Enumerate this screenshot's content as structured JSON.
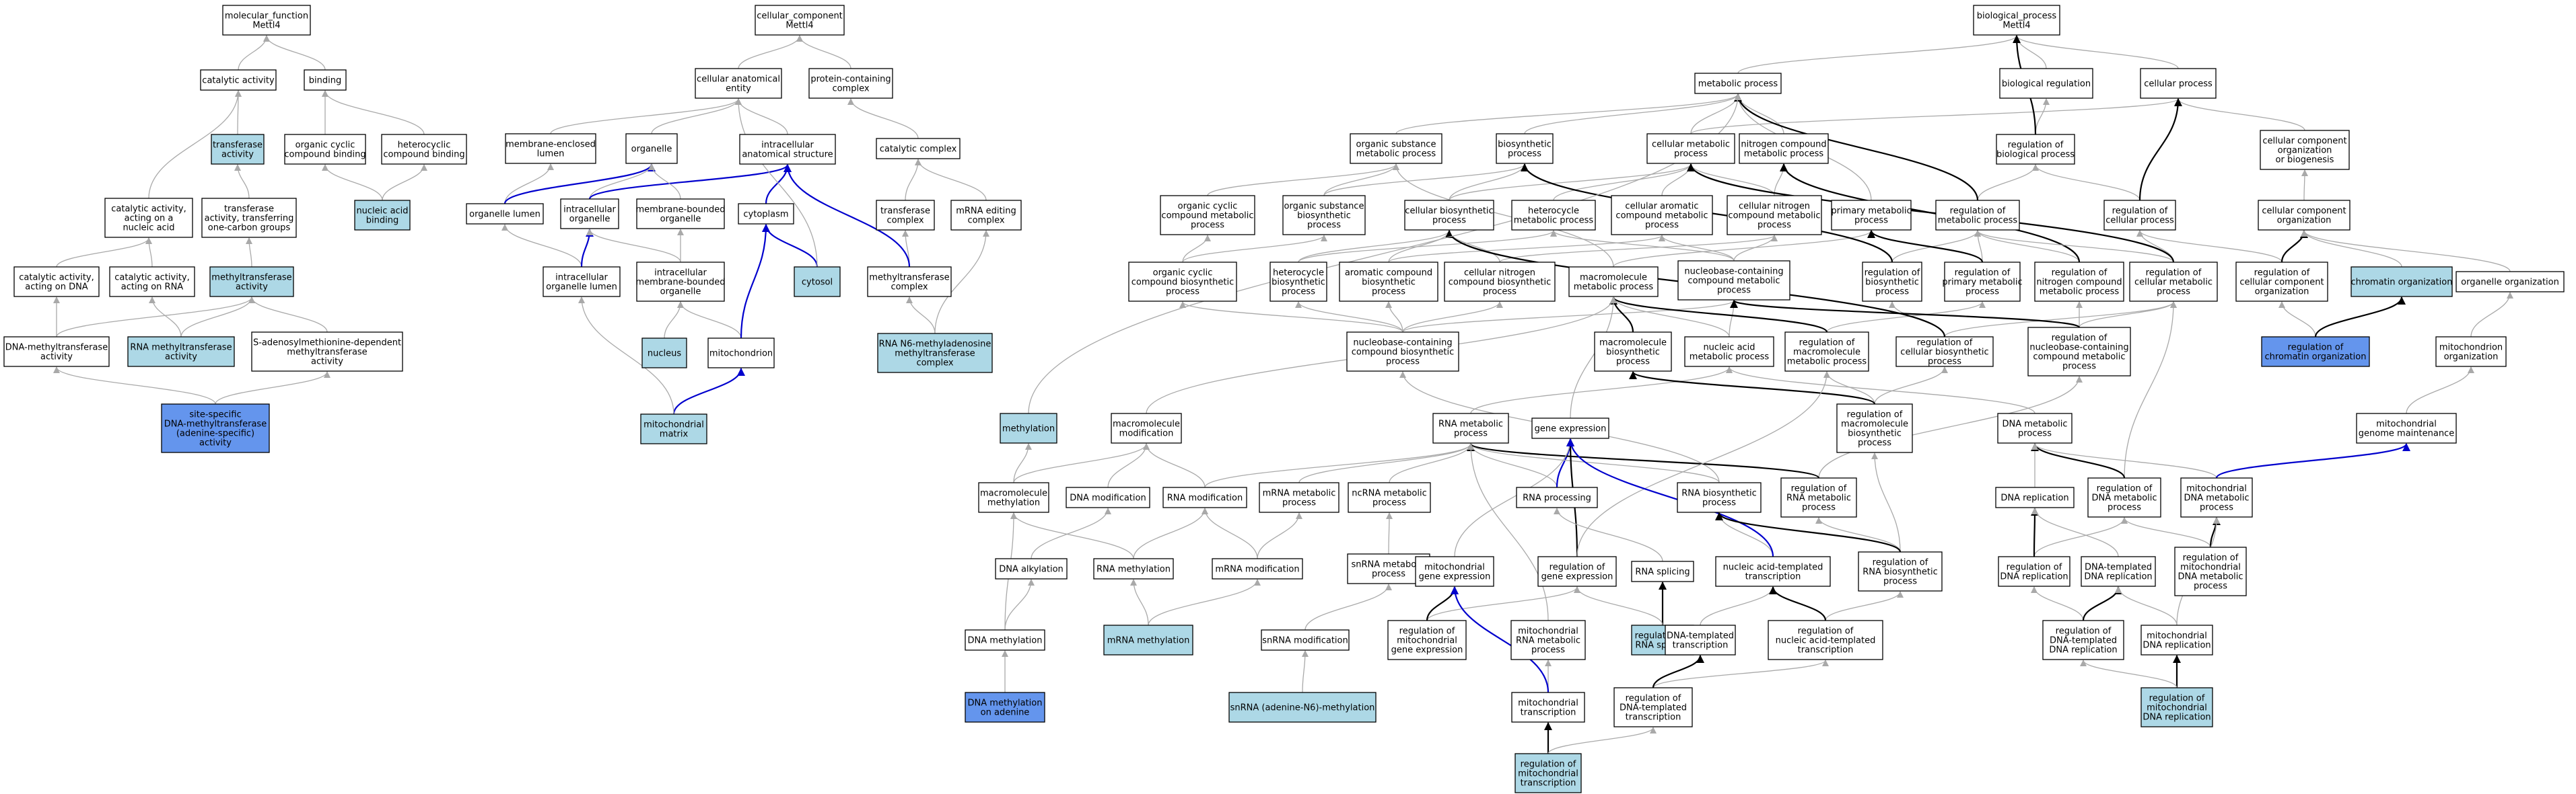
{
  "colors": {
    "default_fill": "#ffffff",
    "light_fill": "#add8e6",
    "dark_fill": "#6495ed",
    "edge_gray": "#a9a9a9",
    "edge_black": "#000000",
    "edge_blue": "#0000cd"
  },
  "nodes": {
    "mf_root": {
      "lines": [
        "molecular_function",
        "Mettl4"
      ],
      "fill": "default"
    },
    "catalytic_activity": {
      "lines": [
        "catalytic activity"
      ],
      "fill": "default"
    },
    "binding": {
      "lines": [
        "binding"
      ],
      "fill": "default"
    },
    "transferase_activity": {
      "lines": [
        "transferase",
        "activity"
      ],
      "fill": "light"
    },
    "organic_cyclic_binding": {
      "lines": [
        "organic cyclic",
        "compound binding"
      ],
      "fill": "default"
    },
    "heterocyclic_binding": {
      "lines": [
        "heterocyclic",
        "compound binding"
      ],
      "fill": "default"
    },
    "nucleic_acid_binding": {
      "lines": [
        "nucleic acid",
        "binding"
      ],
      "fill": "light"
    },
    "cat_nucleic_acid": {
      "lines": [
        "catalytic activity,",
        "acting on a",
        "nucleic acid"
      ],
      "fill": "default"
    },
    "transferase_one_carbon": {
      "lines": [
        "transferase",
        "activity, transferring",
        "one-carbon groups"
      ],
      "fill": "default"
    },
    "cat_dna": {
      "lines": [
        "catalytic activity,",
        "acting on DNA"
      ],
      "fill": "default"
    },
    "cat_rna": {
      "lines": [
        "catalytic activity,",
        "acting on RNA"
      ],
      "fill": "default"
    },
    "methyltransferase_activity": {
      "lines": [
        "methyltransferase",
        "activity"
      ],
      "fill": "light"
    },
    "dna_methyltransferase": {
      "lines": [
        "DNA-methyltransferase",
        "activity"
      ],
      "fill": "default"
    },
    "rna_methyltransferase": {
      "lines": [
        "RNA methyltransferase",
        "activity"
      ],
      "fill": "light"
    },
    "sam_dependent": {
      "lines": [
        "S-adenosylmethionine-dependent",
        "methyltransferase",
        "activity"
      ],
      "fill": "default"
    },
    "site_specific_dna_mtase": {
      "lines": [
        "site-specific",
        "DNA-methyltransferase",
        "(adenine-specific)",
        "activity"
      ],
      "fill": "dark"
    },
    "cc_root": {
      "lines": [
        "cellular_component",
        "Mettl4"
      ],
      "fill": "default"
    },
    "cellular_anatomical_entity": {
      "lines": [
        "cellular anatomical",
        "entity"
      ],
      "fill": "default"
    },
    "protein_containing_complex": {
      "lines": [
        "protein-containing",
        "complex"
      ],
      "fill": "default"
    },
    "membrane_enclosed_lumen": {
      "lines": [
        "membrane-enclosed",
        "lumen"
      ],
      "fill": "default"
    },
    "organelle": {
      "lines": [
        "organelle"
      ],
      "fill": "default"
    },
    "intracellular_anatomical_structure": {
      "lines": [
        "intracellular",
        "anatomical structure"
      ],
      "fill": "default"
    },
    "catalytic_complex": {
      "lines": [
        "catalytic complex"
      ],
      "fill": "default"
    },
    "organelle_lumen": {
      "lines": [
        "organelle lumen"
      ],
      "fill": "default"
    },
    "intracellular_organelle": {
      "lines": [
        "intracellular",
        "organelle"
      ],
      "fill": "default"
    },
    "membrane_bounded_organelle": {
      "lines": [
        "membrane-bounded",
        "organelle"
      ],
      "fill": "default"
    },
    "cytoplasm": {
      "lines": [
        "cytoplasm"
      ],
      "fill": "default"
    },
    "transferase_complex": {
      "lines": [
        "transferase",
        "complex"
      ],
      "fill": "default"
    },
    "mrna_editing_complex": {
      "lines": [
        "mRNA editing",
        "complex"
      ],
      "fill": "default"
    },
    "intracellular_organelle_lumen": {
      "lines": [
        "intracellular",
        "organelle lumen"
      ],
      "fill": "default"
    },
    "intracellular_membrane_bounded": {
      "lines": [
        "intracellular",
        "membrane-bounded",
        "organelle"
      ],
      "fill": "default"
    },
    "cytosol": {
      "lines": [
        "cytosol"
      ],
      "fill": "light"
    },
    "methyltransferase_complex": {
      "lines": [
        "methyltransferase",
        "complex"
      ],
      "fill": "default"
    },
    "nucleus": {
      "lines": [
        "nucleus"
      ],
      "fill": "light"
    },
    "mitochondrion": {
      "lines": [
        "mitochondrion"
      ],
      "fill": "default"
    },
    "rna_n6_complex": {
      "lines": [
        "RNA N6-methyladenosine",
        "methyltransferase",
        "complex"
      ],
      "fill": "light"
    },
    "mitochondrial_matrix": {
      "lines": [
        "mitochondrial",
        "matrix"
      ],
      "fill": "light"
    },
    "bp_root": {
      "lines": [
        "biological_process",
        "Mettl4"
      ],
      "fill": "default"
    },
    "metabolic_process": {
      "lines": [
        "metabolic process"
      ],
      "fill": "default"
    },
    "biological_regulation": {
      "lines": [
        "biological regulation"
      ],
      "fill": "default"
    },
    "cellular_process": {
      "lines": [
        "cellular process"
      ],
      "fill": "default"
    },
    "organic_substance_metabolic": {
      "lines": [
        "organic substance",
        "metabolic process"
      ],
      "fill": "default"
    },
    "biosynthetic_process": {
      "lines": [
        "biosynthetic",
        "process"
      ],
      "fill": "default"
    },
    "cellular_metabolic_process": {
      "lines": [
        "cellular metabolic",
        "process"
      ],
      "fill": "default"
    },
    "nitrogen_compound_metabolic": {
      "lines": [
        "nitrogen compound",
        "metabolic process"
      ],
      "fill": "default"
    },
    "regulation_biological_process": {
      "lines": [
        "regulation of",
        "biological process"
      ],
      "fill": "default"
    },
    "cellular_component_org_biogenesis": {
      "lines": [
        "cellular component",
        "organization",
        "or biogenesis"
      ],
      "fill": "default"
    },
    "organic_cyclic_metabolic": {
      "lines": [
        "organic cyclic",
        "compound metabolic",
        "process"
      ],
      "fill": "default"
    },
    "organic_substance_biosynthetic": {
      "lines": [
        "organic substance",
        "biosynthetic",
        "process"
      ],
      "fill": "default"
    },
    "cellular_biosynthetic": {
      "lines": [
        "cellular biosynthetic",
        "process"
      ],
      "fill": "default"
    },
    "heterocycle_metabolic": {
      "lines": [
        "heterocycle",
        "metabolic process"
      ],
      "fill": "default"
    },
    "cellular_aromatic_metabolic": {
      "lines": [
        "cellular aromatic",
        "compound metabolic",
        "process"
      ],
      "fill": "default"
    },
    "cellular_nitrogen_metabolic": {
      "lines": [
        "cellular nitrogen",
        "compound metabolic",
        "process"
      ],
      "fill": "default"
    },
    "primary_metabolic": {
      "lines": [
        "primary metabolic",
        "process"
      ],
      "fill": "default"
    },
    "regulation_metabolic": {
      "lines": [
        "regulation of",
        "metabolic process"
      ],
      "fill": "default"
    },
    "regulation_cellular_process": {
      "lines": [
        "regulation of",
        "cellular process"
      ],
      "fill": "default"
    },
    "cellular_component_organization": {
      "lines": [
        "cellular component",
        "organization"
      ],
      "fill": "default"
    },
    "organic_cyclic_biosynthetic": {
      "lines": [
        "organic cyclic",
        "compound biosynthetic",
        "process"
      ],
      "fill": "default"
    },
    "heterocycle_biosynthetic": {
      "lines": [
        "heterocycle",
        "biosynthetic",
        "process"
      ],
      "fill": "default"
    },
    "aromatic_biosynthetic": {
      "lines": [
        "aromatic compound",
        "biosynthetic",
        "process"
      ],
      "fill": "default"
    },
    "cellular_nitrogen_biosynthetic": {
      "lines": [
        "cellular nitrogen",
        "compound biosynthetic",
        "process"
      ],
      "fill": "default"
    },
    "macromolecule_metabolic": {
      "lines": [
        "macromolecule",
        "metabolic process"
      ],
      "fill": "default"
    },
    "nucleobase_metabolic": {
      "lines": [
        "nucleobase-containing",
        "compound metabolic",
        "process"
      ],
      "fill": "default"
    },
    "regulation_biosynthetic": {
      "lines": [
        "regulation of",
        "biosynthetic",
        "process"
      ],
      "fill": "default"
    },
    "regulation_primary_metabolic": {
      "lines": [
        "regulation of",
        "primary metabolic",
        "process"
      ],
      "fill": "default"
    },
    "regulation_nitrogen_metabolic": {
      "lines": [
        "regulation of",
        "nitrogen compound",
        "metabolic process"
      ],
      "fill": "default"
    },
    "regulation_cellular_metabolic": {
      "lines": [
        "regulation of",
        "cellular metabolic",
        "process"
      ],
      "fill": "default"
    },
    "regulation_cellular_component_org": {
      "lines": [
        "regulation of",
        "cellular component",
        "organization"
      ],
      "fill": "default"
    },
    "chromatin_organization": {
      "lines": [
        "chromatin organization"
      ],
      "fill": "light"
    },
    "organelle_organization": {
      "lines": [
        "organelle organization"
      ],
      "fill": "default"
    },
    "nucleobase_biosynthetic": {
      "lines": [
        "nucleobase-containing",
        "compound biosynthetic",
        "process"
      ],
      "fill": "default"
    },
    "macromolecule_biosynthetic": {
      "lines": [
        "macromolecule",
        "biosynthetic",
        "process"
      ],
      "fill": "default"
    },
    "nucleic_acid_metabolic": {
      "lines": [
        "nucleic acid",
        "metabolic process"
      ],
      "fill": "default"
    },
    "regulation_macromolecule_metabolic": {
      "lines": [
        "regulation of",
        "macromolecule",
        "metabolic process"
      ],
      "fill": "default"
    },
    "regulation_cellular_biosynthetic": {
      "lines": [
        "regulation of",
        "cellular biosynthetic",
        "process"
      ],
      "fill": "default"
    },
    "regulation_nucleobase_metabolic": {
      "lines": [
        "regulation of",
        "nucleobase-containing",
        "compound metabolic",
        "process"
      ],
      "fill": "default"
    },
    "regulation_chromatin_organization": {
      "lines": [
        "regulation of",
        "chromatin organization"
      ],
      "fill": "dark"
    },
    "mitochondrion_organization": {
      "lines": [
        "mitochondrion",
        "organization"
      ],
      "fill": "default"
    },
    "methylation": {
      "lines": [
        "methylation"
      ],
      "fill": "light"
    },
    "macromolecule_modification": {
      "lines": [
        "macromolecule",
        "modification"
      ],
      "fill": "default"
    },
    "rna_metabolic": {
      "lines": [
        "RNA metabolic",
        "process"
      ],
      "fill": "default"
    },
    "gene_expression": {
      "lines": [
        "gene expression"
      ],
      "fill": "default"
    },
    "regulation_macromolecule_biosynthetic": {
      "lines": [
        "regulation of",
        "macromolecule",
        "biosynthetic",
        "process"
      ],
      "fill": "default"
    },
    "dna_metabolic": {
      "lines": [
        "DNA metabolic",
        "process"
      ],
      "fill": "default"
    },
    "mitochondrial_genome_maintenance": {
      "lines": [
        "mitochondrial",
        "genome maintenance"
      ],
      "fill": "default"
    },
    "macromolecule_methylation": {
      "lines": [
        "macromolecule",
        "methylation"
      ],
      "fill": "default"
    },
    "dna_modification": {
      "lines": [
        "DNA modification"
      ],
      "fill": "default"
    },
    "rna_modification": {
      "lines": [
        "RNA modification"
      ],
      "fill": "default"
    },
    "mrna_metabolic": {
      "lines": [
        "mRNA metabolic",
        "process"
      ],
      "fill": "default"
    },
    "ncrna_metabolic": {
      "lines": [
        "ncRNA metabolic",
        "process"
      ],
      "fill": "default"
    },
    "rna_processing": {
      "lines": [
        "RNA processing"
      ],
      "fill": "default"
    },
    "rna_biosynthetic": {
      "lines": [
        "RNA biosynthetic",
        "process"
      ],
      "fill": "default"
    },
    "regulation_rna_metabolic": {
      "lines": [
        "regulation of",
        "RNA metabolic",
        "process"
      ],
      "fill": "default"
    },
    "dna_replication": {
      "lines": [
        "DNA replication"
      ],
      "fill": "default"
    },
    "regulation_dna_metabolic": {
      "lines": [
        "regulation of",
        "DNA metabolic",
        "process"
      ],
      "fill": "default"
    },
    "mitochondrial_dna_metabolic": {
      "lines": [
        "mitochondrial",
        "DNA metabolic",
        "process"
      ],
      "fill": "default"
    },
    "dna_alkylation": {
      "lines": [
        "DNA alkylation"
      ],
      "fill": "default"
    },
    "rna_methylation": {
      "lines": [
        "RNA methylation"
      ],
      "fill": "default"
    },
    "mrna_modification": {
      "lines": [
        "mRNA modification"
      ],
      "fill": "default"
    },
    "snrna_metabolic": {
      "lines": [
        "snRNA metabolic",
        "process"
      ],
      "fill": "default"
    },
    "mitochondrial_gene_expression": {
      "lines": [
        "mitochondrial",
        "gene expression"
      ],
      "fill": "default"
    },
    "regulation_gene_expression": {
      "lines": [
        "regulation of",
        "gene expression"
      ],
      "fill": "default"
    },
    "rna_splicing": {
      "lines": [
        "RNA splicing"
      ],
      "fill": "default"
    },
    "nucleic_acid_templated_transcription": {
      "lines": [
        "nucleic acid-templated",
        "transcription"
      ],
      "fill": "default"
    },
    "regulation_rna_biosynthetic": {
      "lines": [
        "regulation of",
        "RNA biosynthetic",
        "process"
      ],
      "fill": "default"
    },
    "regulation_dna_replication": {
      "lines": [
        "regulation of",
        "DNA replication"
      ],
      "fill": "default"
    },
    "dna_templated_dna_replication": {
      "lines": [
        "DNA-templated",
        "DNA replication"
      ],
      "fill": "default"
    },
    "regulation_mito_dna_metabolic": {
      "lines": [
        "regulation of",
        "mitochondrial",
        "DNA metabolic",
        "process"
      ],
      "fill": "default"
    },
    "dna_methylation": {
      "lines": [
        "DNA methylation"
      ],
      "fill": "default"
    },
    "mrna_methylation": {
      "lines": [
        "mRNA methylation"
      ],
      "fill": "light"
    },
    "snrna_modification": {
      "lines": [
        "snRNA modification"
      ],
      "fill": "default"
    },
    "regulation_mito_gene_expression": {
      "lines": [
        "regulation of",
        "mitochondrial",
        "gene expression"
      ],
      "fill": "default"
    },
    "mitochondrial_rna_metabolic": {
      "lines": [
        "mitochondrial",
        "RNA metabolic",
        "process"
      ],
      "fill": "default"
    },
    "regulation_rna_splicing": {
      "lines": [
        "regulation of",
        "RNA splicing"
      ],
      "fill": "light"
    },
    "dna_templated_transcription": {
      "lines": [
        "DNA-templated",
        "transcription"
      ],
      "fill": "default"
    },
    "regulation_nat_transcription": {
      "lines": [
        "regulation of",
        "nucleic acid-templated",
        "transcription"
      ],
      "fill": "default"
    },
    "regulation_dt_dna_replication": {
      "lines": [
        "regulation of",
        "DNA-templated",
        "DNA replication"
      ],
      "fill": "default"
    },
    "mitochondrial_dna_replication": {
      "lines": [
        "mitochondrial",
        "DNA replication"
      ],
      "fill": "default"
    },
    "dna_methylation_adenine": {
      "lines": [
        "DNA methylation",
        "on adenine"
      ],
      "fill": "dark"
    },
    "snrna_adenine_n6_methylation": {
      "lines": [
        "snRNA (adenine-N6)-methylation"
      ],
      "fill": "light"
    },
    "mitochondrial_transcription": {
      "lines": [
        "mitochondrial",
        "transcription"
      ],
      "fill": "default"
    },
    "regulation_dt_transcription": {
      "lines": [
        "regulation of",
        "DNA-templated",
        "transcription"
      ],
      "fill": "default"
    },
    "regulation_mito_transcription": {
      "lines": [
        "regulation of",
        "mitochondrial",
        "transcription"
      ],
      "fill": "light"
    },
    "regulation_mito_dna_replication": {
      "lines": [
        "regulation of",
        "mitochondrial",
        "DNA replication"
      ],
      "fill": "light"
    }
  }
}
